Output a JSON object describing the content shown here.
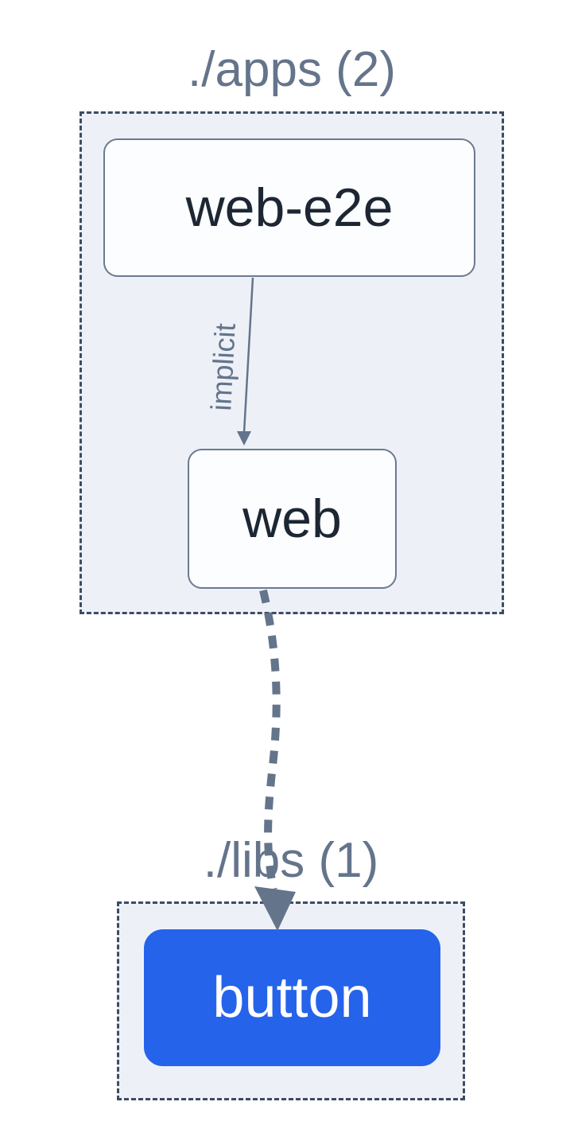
{
  "diagram": {
    "type": "dependency-graph",
    "clusters": [
      {
        "id": "apps",
        "label": "./apps (2)",
        "project_count": 2
      },
      {
        "id": "libs",
        "label": "./libs (1)",
        "project_count": 1
      }
    ],
    "nodes": [
      {
        "id": "web-e2e",
        "label": "web-e2e",
        "cluster": "apps",
        "highlighted": false
      },
      {
        "id": "web",
        "label": "web",
        "cluster": "apps",
        "highlighted": false
      },
      {
        "id": "button",
        "label": "button",
        "cluster": "libs",
        "highlighted": true
      }
    ],
    "edges": [
      {
        "source": "web-e2e",
        "target": "web",
        "label": "implicit",
        "style": "solid"
      },
      {
        "source": "web",
        "target": "button",
        "label": "",
        "style": "dashed"
      }
    ],
    "colors": {
      "edge": "#64748b",
      "cluster_background": "#edf1f7",
      "cluster_border": "#3d4c63",
      "node_background": "#fbfdfe",
      "node_border": "#6b7a90",
      "node_text": "#1d2633",
      "highlight_background": "#2563eb",
      "highlight_text": "#ffffff",
      "cluster_title": "#64748b"
    }
  }
}
